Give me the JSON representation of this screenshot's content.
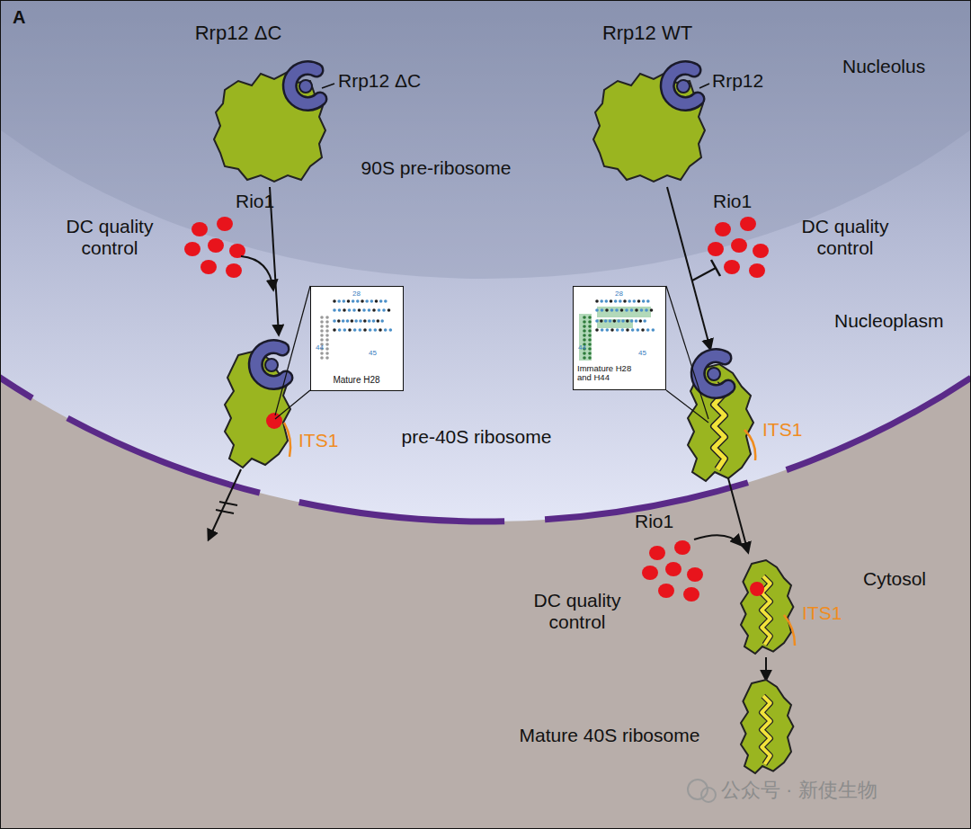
{
  "diagram": {
    "nodes": [
      {
        "text": [
          "28",
          "44",
          "45",
          "Mature H28"
        ]
      },
      {
        "text": [
          "28",
          "44",
          "45",
          "Immature H28 and H44"
        ]
      }
    ],
    "labels": [
      "A",
      "Rrp12 ΔC",
      "Rrp12 WT",
      "Rrp12 ΔC",
      "Rrp12",
      "Nucleolus",
      "90S pre-ribosome",
      "Rio1",
      "DC quality control",
      "Rio1",
      "DC quality control",
      "Nucleoplasm",
      "ITS1",
      "ITS1",
      "pre-40S ribosome",
      "Cytosol",
      "Rio1",
      "DC quality control",
      "ITS1",
      "Mature 40S ribosome",
      "公众号 · 新使生物"
    ]
  }
}
